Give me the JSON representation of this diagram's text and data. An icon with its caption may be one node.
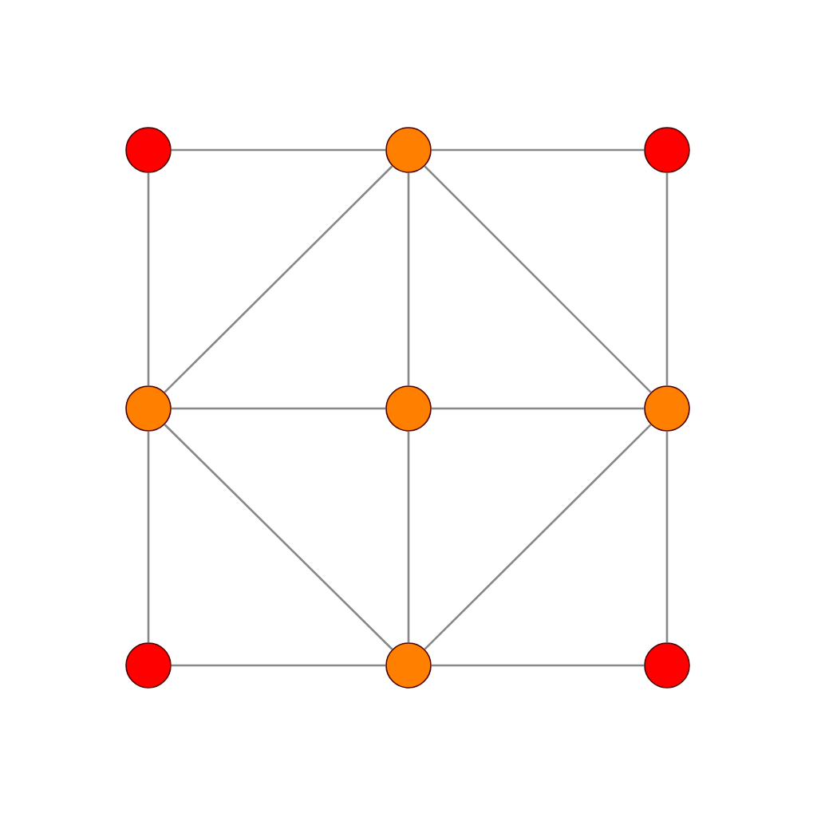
{
  "diagram": {
    "nodes": [
      {
        "text": [],
        "shape": "circle"
      },
      {
        "text": [],
        "shape": "circle"
      },
      {
        "text": [],
        "shape": "circle"
      },
      {
        "text": [],
        "shape": "circle"
      },
      {
        "text": [],
        "shape": "circle"
      },
      {
        "text": [],
        "shape": "circle"
      },
      {
        "text": [],
        "shape": "circle"
      },
      {
        "text": [],
        "shape": "circle"
      },
      {
        "text": [],
        "shape": "circle"
      }
    ],
    "edges": [
      {
        "from": 0,
        "to": 1,
        "arrow": "none"
      },
      {
        "from": 1,
        "to": 2,
        "arrow": "none"
      },
      {
        "from": 0,
        "to": 3,
        "arrow": "none"
      },
      {
        "from": 1,
        "to": 3,
        "arrow": "none"
      },
      {
        "from": 1,
        "to": 4,
        "arrow": "none"
      },
      {
        "from": 1,
        "to": 5,
        "arrow": "none"
      },
      {
        "from": 2,
        "to": 5,
        "arrow": "none"
      },
      {
        "from": 3,
        "to": 4,
        "arrow": "none"
      },
      {
        "from": 4,
        "to": 5,
        "arrow": "none"
      },
      {
        "from": 3,
        "to": 6,
        "arrow": "none"
      },
      {
        "from": 3,
        "to": 7,
        "arrow": "none"
      },
      {
        "from": 4,
        "to": 7,
        "arrow": "none"
      },
      {
        "from": 5,
        "to": 7,
        "arrow": "none"
      },
      {
        "from": 5,
        "to": 8,
        "arrow": "none"
      },
      {
        "from": 6,
        "to": 7,
        "arrow": "none"
      },
      {
        "from": 7,
        "to": 8,
        "arrow": "none"
      }
    ]
  }
}
